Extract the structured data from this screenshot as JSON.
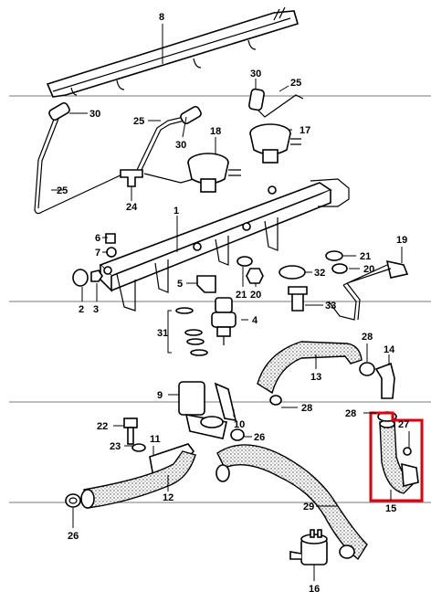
{
  "diagram": {
    "part_numbers": [
      "1",
      "2",
      "3",
      "4",
      "5",
      "6",
      "7",
      "8",
      "9",
      "10",
      "11",
      "12",
      "13",
      "14",
      "15",
      "16",
      "17",
      "18",
      "19",
      "20",
      "21",
      "22",
      "23",
      "24",
      "25",
      "26",
      "27",
      "28",
      "29",
      "30",
      "31",
      "32",
      "33"
    ],
    "labels": {
      "p8": "8",
      "p30a": "30",
      "p30b": "30",
      "p30c": "30",
      "p25a": "25",
      "p25b": "25",
      "p25c": "25",
      "p18": "18",
      "p17": "17",
      "p24": "24",
      "p1": "1",
      "p6": "6",
      "p7": "7",
      "p2": "2",
      "p3": "3",
      "p5": "5",
      "p21a": "21",
      "p20a": "20",
      "p21b": "21",
      "p20b": "20",
      "p32": "32",
      "p19": "19",
      "p33": "33",
      "p31": "31",
      "p4": "4",
      "p28a": "28",
      "p14": "14",
      "p13": "13",
      "p28b": "28",
      "p27": "27",
      "p9": "9",
      "p10": "10",
      "p22": "22",
      "p11": "11",
      "p23": "23",
      "p26a": "26",
      "p12": "12",
      "p26b": "26",
      "p29": "29",
      "p15": "15",
      "p16": "16"
    },
    "highlight": {
      "color": "#e00010",
      "target_part": "15"
    },
    "line_color": "#000000",
    "guide_line_color": "#7a7a7a"
  }
}
